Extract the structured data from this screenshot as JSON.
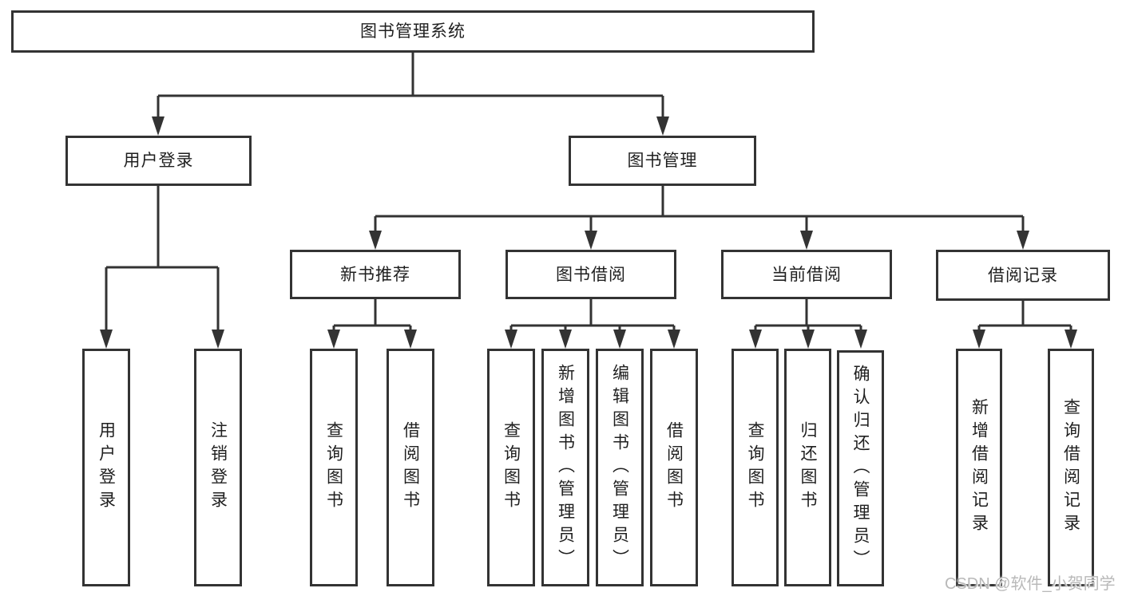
{
  "diagram": {
    "type": "hierarchy-tree",
    "line_color": "#333333",
    "box_border_color": "#333333",
    "box_fill_color": "#ffffff",
    "text_color": "#1f1f1f",
    "background_color": "#ffffff"
  },
  "tree": {
    "label": "图书管理系统",
    "children": [
      {
        "label": "用户登录",
        "children": [
          {
            "label": "用户登录"
          },
          {
            "label": "注销登录"
          }
        ]
      },
      {
        "label": "图书管理",
        "children": [
          {
            "label": "新书推荐",
            "children": [
              {
                "label": "查询图书"
              },
              {
                "label": "借阅图书"
              }
            ]
          },
          {
            "label": "图书借阅",
            "children": [
              {
                "label": "查询图书"
              },
              {
                "label": "新增图书（管理员）"
              },
              {
                "label": "编辑图书（管理员）"
              },
              {
                "label": "借阅图书"
              }
            ]
          },
          {
            "label": "当前借阅",
            "children": [
              {
                "label": "查询图书"
              },
              {
                "label": "归还图书"
              },
              {
                "label": "确认归还（管理员）"
              }
            ]
          },
          {
            "label": "借阅记录",
            "children": [
              {
                "label": "新增借阅记录"
              },
              {
                "label": "查询借阅记录"
              }
            ]
          }
        ]
      }
    ]
  },
  "watermark": {
    "text": "CSDN @软件_小贺同学",
    "color": "#b9b9b9"
  }
}
